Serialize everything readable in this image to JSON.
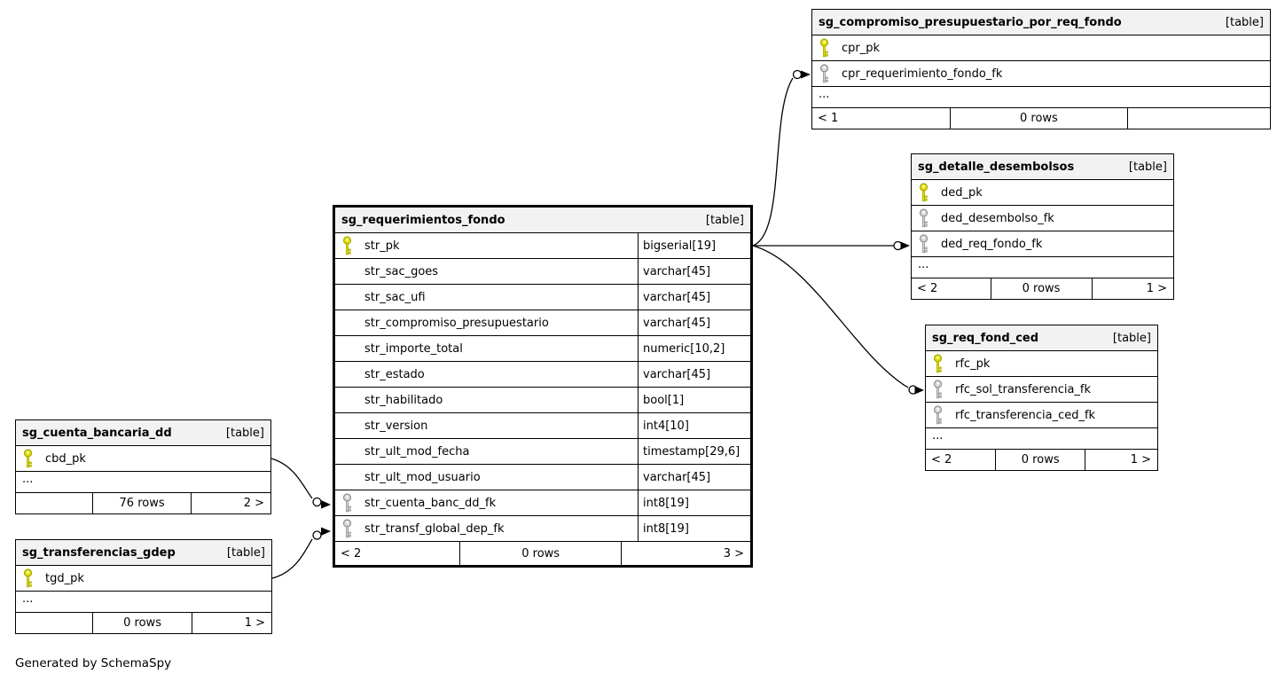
{
  "diagram": {
    "generated_by": "Generated by SchemaSpy"
  },
  "colors": {
    "primary_key": "#e1e000",
    "primary_key_stroke": "#a8a800",
    "foreign_key": "#d8d8d8",
    "foreign_key_stroke": "#8f8f8f",
    "header_bg": "#f2f2f2",
    "border": "#000000",
    "background": "#ffffff"
  },
  "tables": [
    {
      "name": "sg_compromiso_presupuestario_por_req_fondo",
      "tag": "[table]",
      "show_types": false,
      "columns": [
        {
          "name": "cpr_pk",
          "key": "primary",
          "type": ""
        },
        {
          "name": "cpr_requerimiento_fondo_fk",
          "key": "foreign",
          "type": ""
        }
      ],
      "ellipsis": "...",
      "footer": {
        "left": "< 1",
        "center": "0 rows",
        "right": ""
      }
    },
    {
      "name": "sg_detalle_desembolsos",
      "tag": "[table]",
      "show_types": false,
      "columns": [
        {
          "name": "ded_pk",
          "key": "primary",
          "type": ""
        },
        {
          "name": "ded_desembolso_fk",
          "key": "foreign",
          "type": ""
        },
        {
          "name": "ded_req_fondo_fk",
          "key": "foreign",
          "type": ""
        }
      ],
      "ellipsis": "...",
      "footer": {
        "left": "< 2",
        "center": "0 rows",
        "right": "1 >"
      }
    },
    {
      "name": "sg_req_fond_ced",
      "tag": "[table]",
      "show_types": false,
      "columns": [
        {
          "name": "rfc_pk",
          "key": "primary",
          "type": ""
        },
        {
          "name": "rfc_sol_transferencia_fk",
          "key": "foreign",
          "type": ""
        },
        {
          "name": "rfc_transferencia_ced_fk",
          "key": "foreign",
          "type": ""
        }
      ],
      "ellipsis": "...",
      "footer": {
        "left": "< 2",
        "center": "0 rows",
        "right": "1 >"
      }
    },
    {
      "name": "sg_requerimientos_fondo",
      "tag": "[table]",
      "show_types": true,
      "columns": [
        {
          "name": "str_pk",
          "key": "primary",
          "type": "bigserial[19]"
        },
        {
          "name": "str_sac_goes",
          "key": "none",
          "type": "varchar[45]"
        },
        {
          "name": "str_sac_ufi",
          "key": "none",
          "type": "varchar[45]"
        },
        {
          "name": "str_compromiso_presupuestario",
          "key": "none",
          "type": "varchar[45]"
        },
        {
          "name": "str_importe_total",
          "key": "none",
          "type": "numeric[10,2]"
        },
        {
          "name": "str_estado",
          "key": "none",
          "type": "varchar[45]"
        },
        {
          "name": "str_habilitado",
          "key": "none",
          "type": "bool[1]"
        },
        {
          "name": "str_version",
          "key": "none",
          "type": "int4[10]"
        },
        {
          "name": "str_ult_mod_fecha",
          "key": "none",
          "type": "timestamp[29,6]"
        },
        {
          "name": "str_ult_mod_usuario",
          "key": "none",
          "type": "varchar[45]"
        },
        {
          "name": "str_cuenta_banc_dd_fk",
          "key": "foreign",
          "type": "int8[19]"
        },
        {
          "name": "str_transf_global_dep_fk",
          "key": "foreign",
          "type": "int8[19]"
        }
      ],
      "ellipsis": null,
      "footer": {
        "left": "< 2",
        "center": "0 rows",
        "right": "3 >"
      }
    },
    {
      "name": "sg_cuenta_bancaria_dd",
      "tag": "[table]",
      "show_types": false,
      "columns": [
        {
          "name": "cbd_pk",
          "key": "primary",
          "type": ""
        }
      ],
      "ellipsis": "...",
      "footer": {
        "left": "",
        "center": "76 rows",
        "right": "2 >"
      }
    },
    {
      "name": "sg_transferencias_gdep",
      "tag": "[table]",
      "show_types": false,
      "columns": [
        {
          "name": "tgd_pk",
          "key": "primary",
          "type": ""
        }
      ],
      "ellipsis": "...",
      "footer": {
        "left": "",
        "center": "0 rows",
        "right": "1 >"
      }
    }
  ],
  "relationships": [
    {
      "from_table": "sg_requerimientos_fondo",
      "from_column": "str_pk",
      "to_table": "sg_compromiso_presupuestario_por_req_fondo",
      "to_column": "cpr_requerimiento_fondo_fk"
    },
    {
      "from_table": "sg_requerimientos_fondo",
      "from_column": "str_pk",
      "to_table": "sg_detalle_desembolsos",
      "to_column": "ded_req_fondo_fk"
    },
    {
      "from_table": "sg_requerimientos_fondo",
      "from_column": "str_pk",
      "to_table": "sg_req_fond_ced",
      "to_column": "rfc_sol_transferencia_fk"
    },
    {
      "from_table": "sg_cuenta_bancaria_dd",
      "from_column": "cbd_pk",
      "to_table": "sg_requerimientos_fondo",
      "to_column": "str_cuenta_banc_dd_fk"
    },
    {
      "from_table": "sg_transferencias_gdep",
      "from_column": "tgd_pk",
      "to_table": "sg_requerimientos_fondo",
      "to_column": "str_transf_global_dep_fk"
    }
  ]
}
